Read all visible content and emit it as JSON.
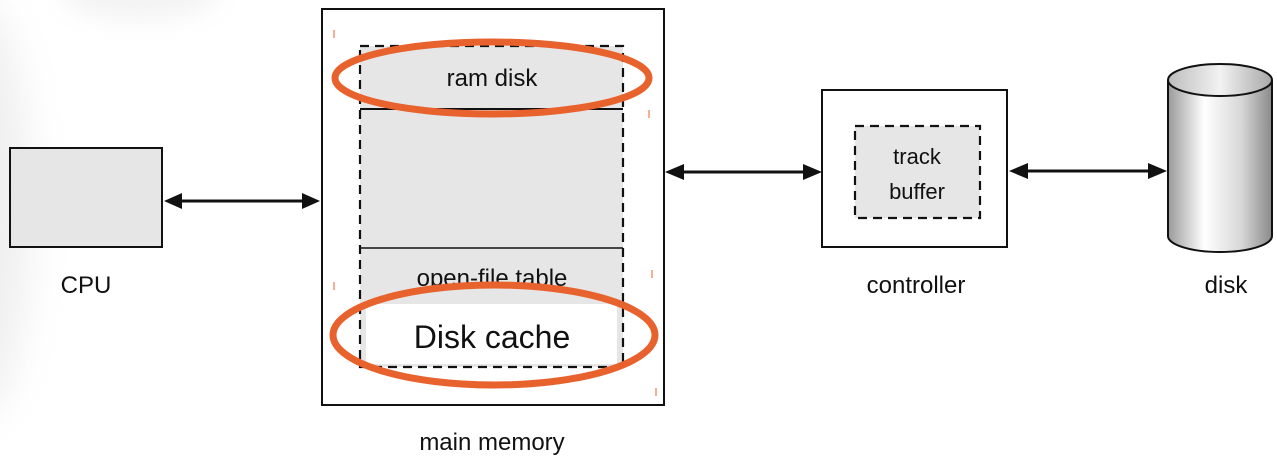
{
  "diagram": {
    "cpu": "CPU",
    "main_memory": "main memory",
    "ram_disk": "ram disk",
    "open_file_table": "open-file table",
    "disk_cache": "Disk cache",
    "controller": "controller",
    "track_buffer": [
      "track",
      "buffer"
    ],
    "disk": "disk"
  },
  "colors": {
    "highlight": "#e8622e",
    "box_fill": "#e6e6e6",
    "line": "#111111"
  }
}
